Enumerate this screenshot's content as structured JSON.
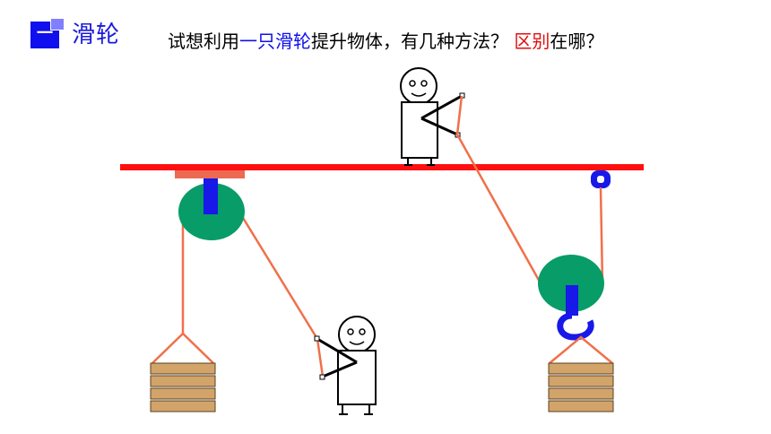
{
  "header": {
    "badge_label": "一",
    "title": "滑轮"
  },
  "question": {
    "part1": "试想利用",
    "part2": "一只滑轮",
    "part3": "提升物体，有几种方法？ ",
    "part4": "区别",
    "part5": "在哪？"
  },
  "colors": {
    "beam": "#ff1010",
    "rope": "#f0704a",
    "pulley": "#079c68",
    "axle": "#1818e8",
    "crate": "#d2a46a",
    "text_blue": "#1010ee",
    "text_red": "#e01010"
  }
}
